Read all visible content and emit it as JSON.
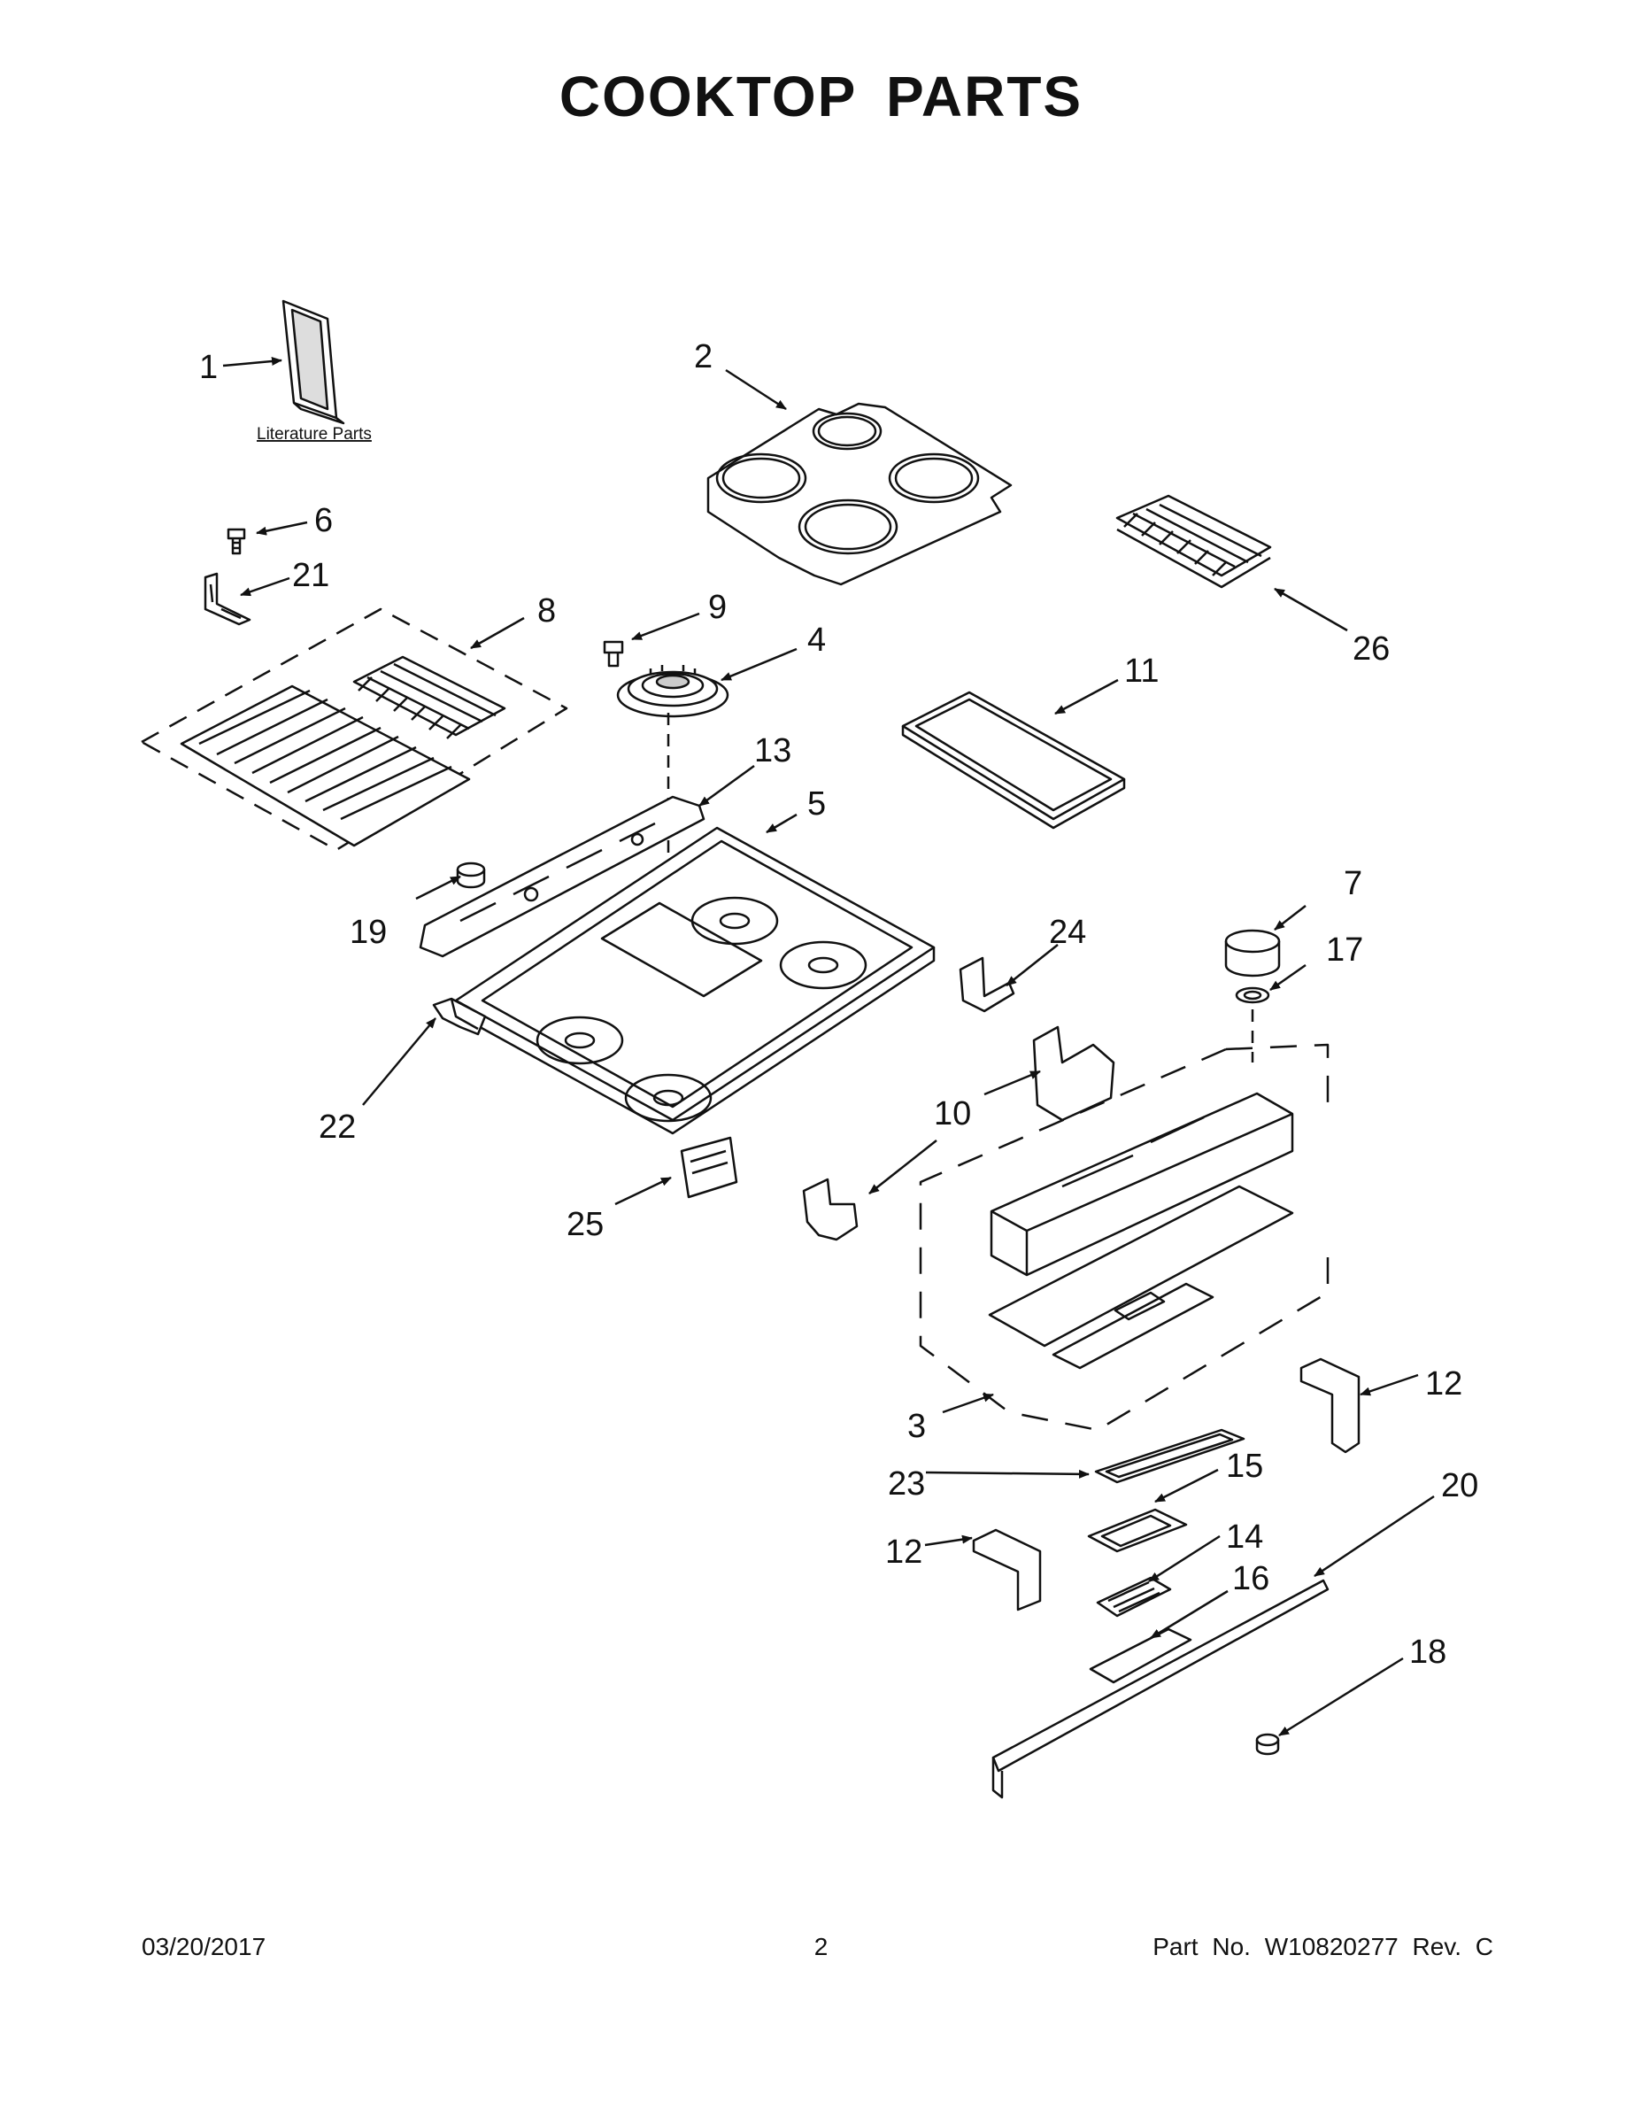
{
  "title": "COOKTOP PARTS",
  "literature_caption": "Literature Parts",
  "callouts": [
    "1",
    "2",
    "6",
    "21",
    "8",
    "9",
    "4",
    "11",
    "26",
    "13",
    "5",
    "19",
    "7",
    "24",
    "17",
    "22",
    "10",
    "25",
    "3",
    "12",
    "23",
    "15",
    "20",
    "12",
    "14",
    "16",
    "18"
  ],
  "footer": {
    "date": "03/20/2017",
    "page": "2",
    "part_no": "Part No.  W10820277  Rev.  C"
  }
}
